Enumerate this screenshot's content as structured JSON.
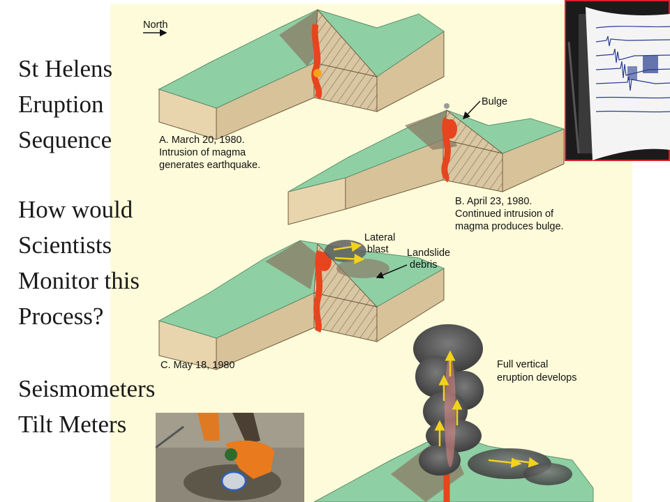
{
  "slide": {
    "title_lines": [
      "St Helens",
      "Eruption",
      "Sequence"
    ],
    "question_lines": [
      "How would",
      "Scientists",
      "Monitor this",
      "Process?"
    ],
    "answer_lines": [
      "Seismometers",
      "Tilt Meters"
    ]
  },
  "diagram": {
    "north_label": "North",
    "stage_a": {
      "date": "A. March 20, 1980.",
      "lines": [
        "Intrusion of magma",
        "generates earthquake."
      ]
    },
    "stage_b": {
      "date": "B. April 23, 1980.",
      "lines": [
        "Continued intrusion of",
        "magma produces bulge."
      ],
      "callout": "Bulge"
    },
    "stage_c": {
      "date": "C. May 18, 1980",
      "callouts": {
        "lateral_blast": [
          "Lateral",
          "blast"
        ],
        "landslide": [
          "Landslide",
          "debris"
        ]
      }
    },
    "stage_d": {
      "lines": [
        "Full vertical",
        "eruption develops"
      ]
    }
  },
  "colors": {
    "panel_bg": "#fdfbd9",
    "terrain": "#8fcfa4",
    "block_side": "#e8d5ae",
    "magma": "#e8451e",
    "ash": "#5e5e5e",
    "arrow": "#f2d21b",
    "seismo_border": "#d8202a"
  }
}
